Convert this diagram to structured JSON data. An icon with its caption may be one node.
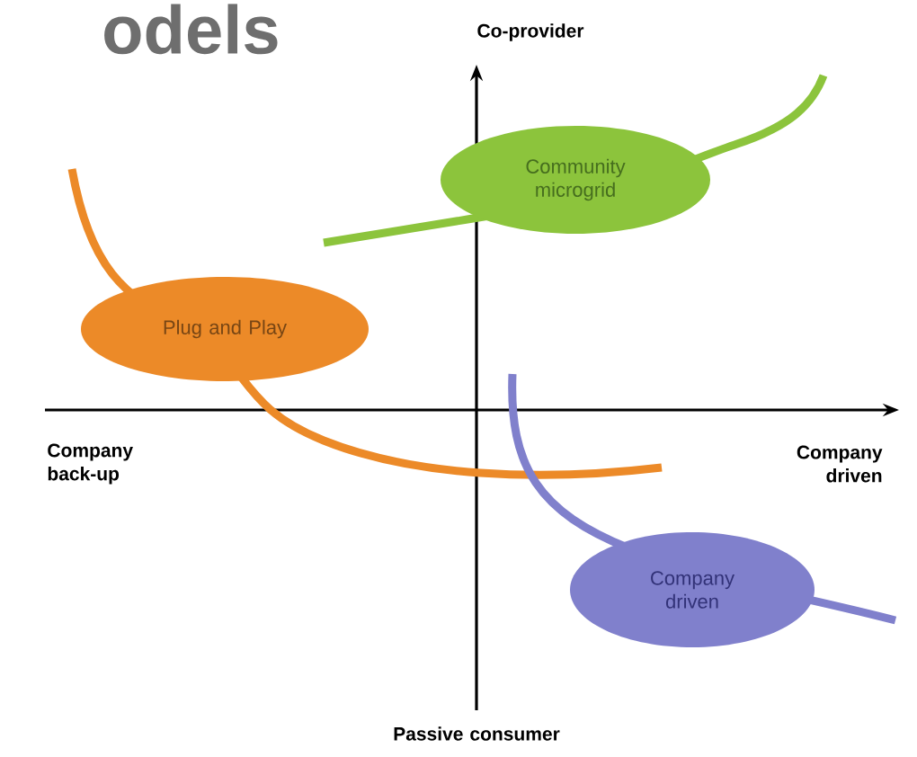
{
  "diagram": {
    "title": "odels",
    "nodes": [
      {
        "text": [
          "Community microgrid"
        ]
      },
      {
        "text": [
          "Plug and Play"
        ]
      },
      {
        "text": [
          "Company driven"
        ]
      }
    ],
    "edges": [],
    "labels": [
      "Co-provider",
      "Company back-up",
      "Company driven",
      "Passive consumer"
    ]
  }
}
